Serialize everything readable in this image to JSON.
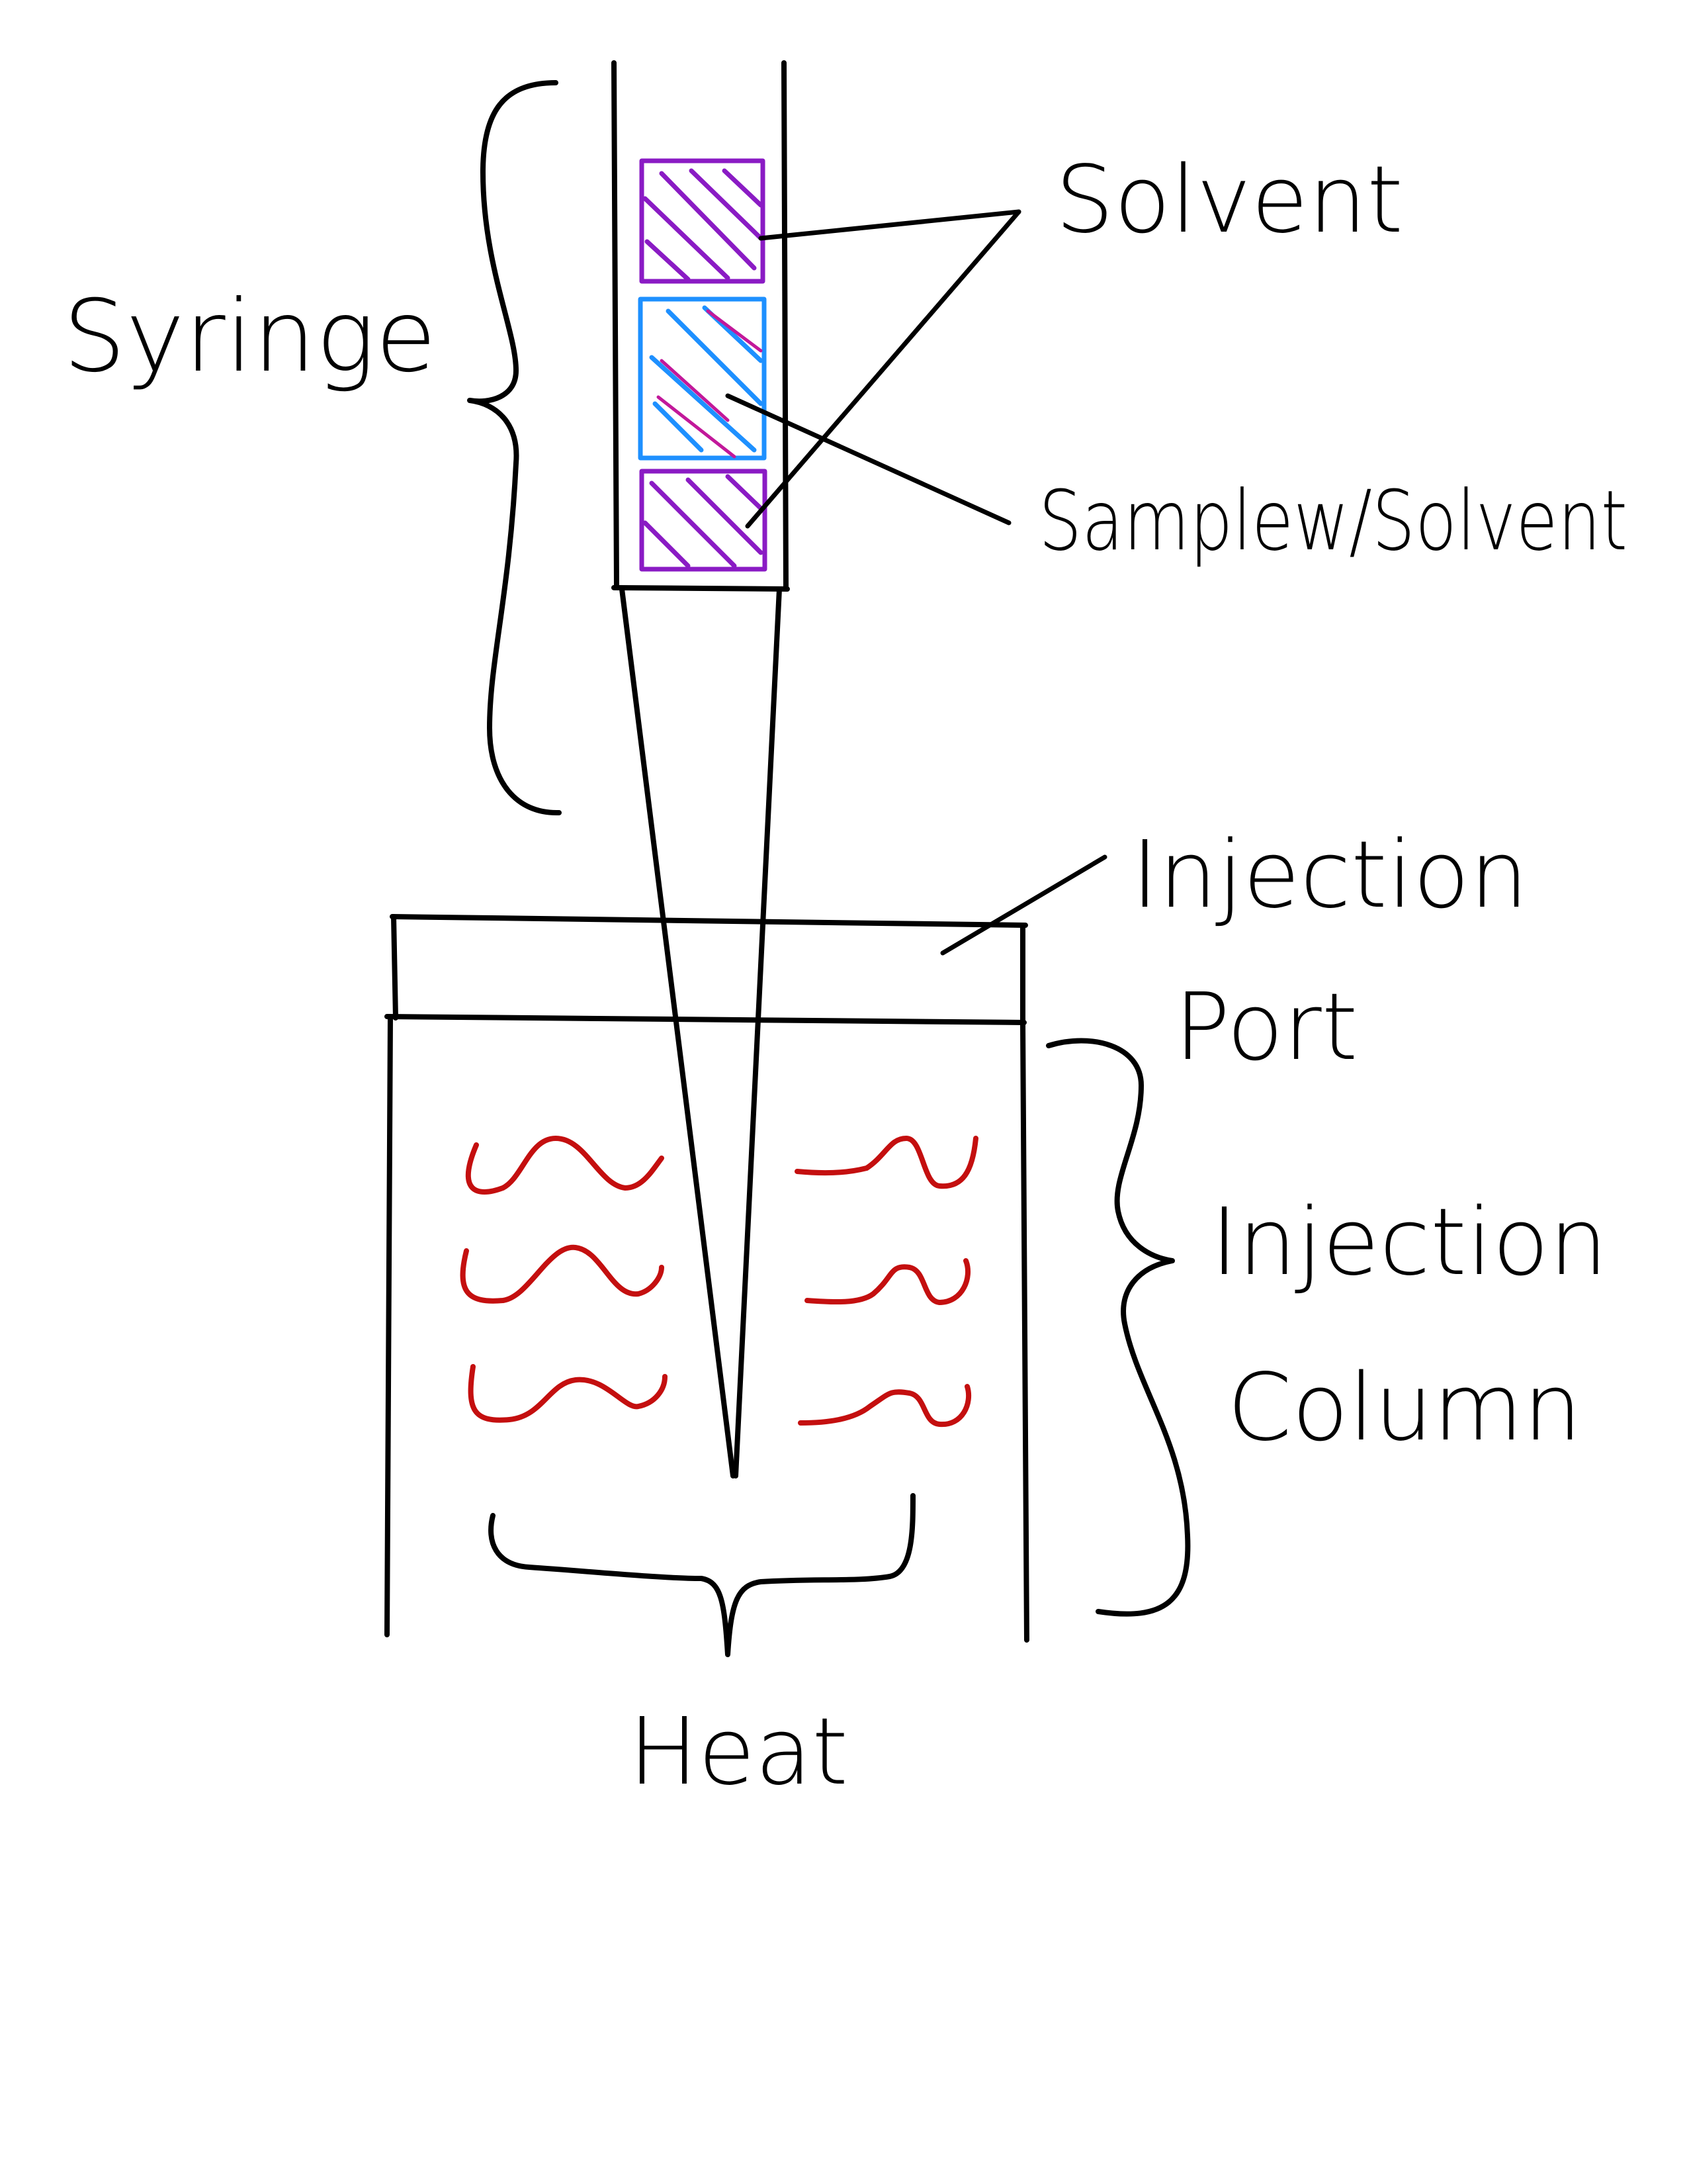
{
  "labels": {
    "syringe": "Syringe",
    "solvent": "Solvent",
    "sample_with_solvent": "Samplew/Solvent",
    "injection_port_line1": "Injection",
    "injection_port_line2": "Port",
    "injection_column_line1": "Injection",
    "injection_column_line2": "Column",
    "heat": "Heat"
  },
  "colors": {
    "ink": "#000000",
    "solvent": "#8a1bc4",
    "sample": "#1e90ff",
    "sample_hatch_accent": "#c2189a",
    "heat": "#c40f0f",
    "background": "#ffffff"
  }
}
